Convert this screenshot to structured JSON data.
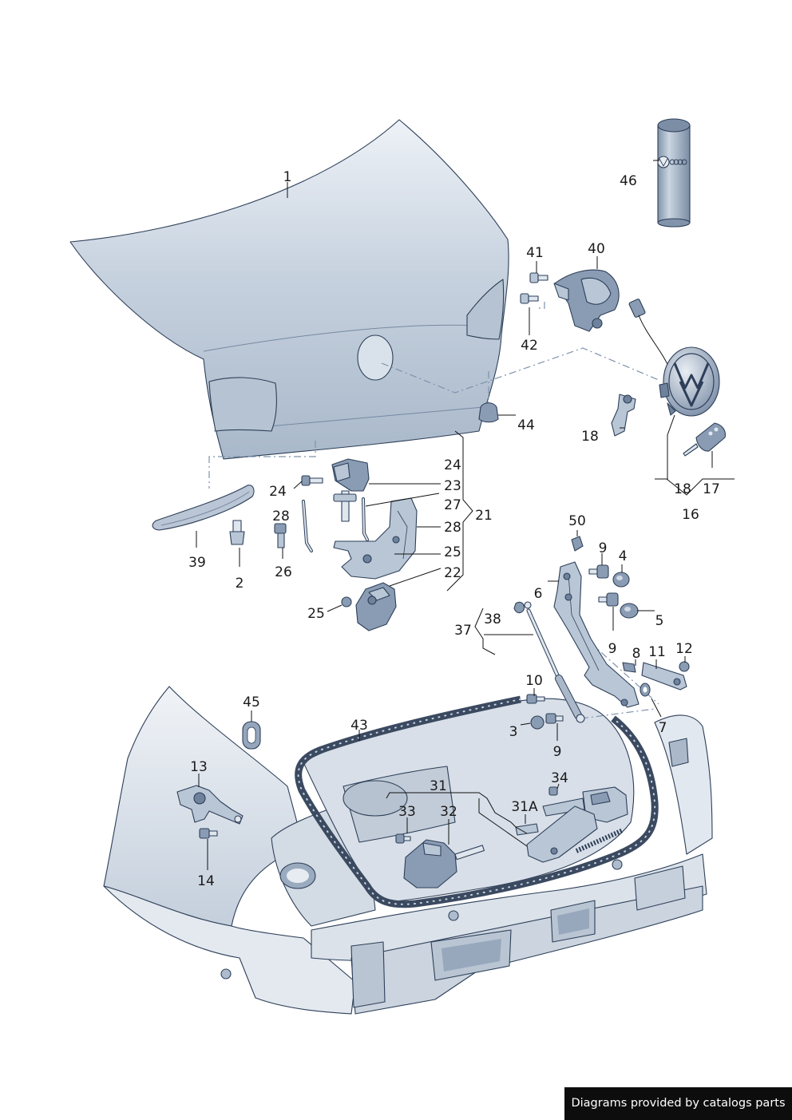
{
  "callouts": [
    {
      "id": "1",
      "text": "1"
    },
    {
      "id": "46",
      "text": "46"
    },
    {
      "id": "41",
      "text": "41"
    },
    {
      "id": "40",
      "text": "40"
    },
    {
      "id": "42",
      "text": "42"
    },
    {
      "id": "44",
      "text": "44"
    },
    {
      "id": "18a",
      "text": "18"
    },
    {
      "id": "18b",
      "text": "18"
    },
    {
      "id": "17",
      "text": "17"
    },
    {
      "id": "16",
      "text": "16"
    },
    {
      "id": "24a",
      "text": "24"
    },
    {
      "id": "23",
      "text": "23"
    },
    {
      "id": "24b",
      "text": "24"
    },
    {
      "id": "27",
      "text": "27"
    },
    {
      "id": "28a",
      "text": "28"
    },
    {
      "id": "28b",
      "text": "28"
    },
    {
      "id": "21",
      "text": "21"
    },
    {
      "id": "25a",
      "text": "25"
    },
    {
      "id": "22",
      "text": "22"
    },
    {
      "id": "25b",
      "text": "25"
    },
    {
      "id": "39",
      "text": "39"
    },
    {
      "id": "2",
      "text": "2"
    },
    {
      "id": "26",
      "text": "26"
    },
    {
      "id": "50",
      "text": "50"
    },
    {
      "id": "9a",
      "text": "9"
    },
    {
      "id": "4",
      "text": "4"
    },
    {
      "id": "6",
      "text": "6"
    },
    {
      "id": "38",
      "text": "38"
    },
    {
      "id": "5",
      "text": "5"
    },
    {
      "id": "37",
      "text": "37"
    },
    {
      "id": "9b",
      "text": "9"
    },
    {
      "id": "8",
      "text": "8"
    },
    {
      "id": "11",
      "text": "11"
    },
    {
      "id": "12",
      "text": "12"
    },
    {
      "id": "10",
      "text": "10"
    },
    {
      "id": "7",
      "text": "7"
    },
    {
      "id": "45",
      "text": "45"
    },
    {
      "id": "43",
      "text": "43"
    },
    {
      "id": "3",
      "text": "3"
    },
    {
      "id": "9c",
      "text": "9"
    },
    {
      "id": "13",
      "text": "13"
    },
    {
      "id": "34",
      "text": "34"
    },
    {
      "id": "31",
      "text": "31"
    },
    {
      "id": "33",
      "text": "33"
    },
    {
      "id": "32",
      "text": "32"
    },
    {
      "id": "31A",
      "text": "31A"
    },
    {
      "id": "14",
      "text": "14"
    }
  ],
  "credit": "Diagrams provided by catalogs parts",
  "colors": {
    "part_dark": "#8a9cb4",
    "part_mid": "#b9c6d6",
    "part_light": "#dfe6ee",
    "outline": "#2d3f58",
    "dash_line": "#7e93ad",
    "credit_bg": "#0d0d0d"
  }
}
